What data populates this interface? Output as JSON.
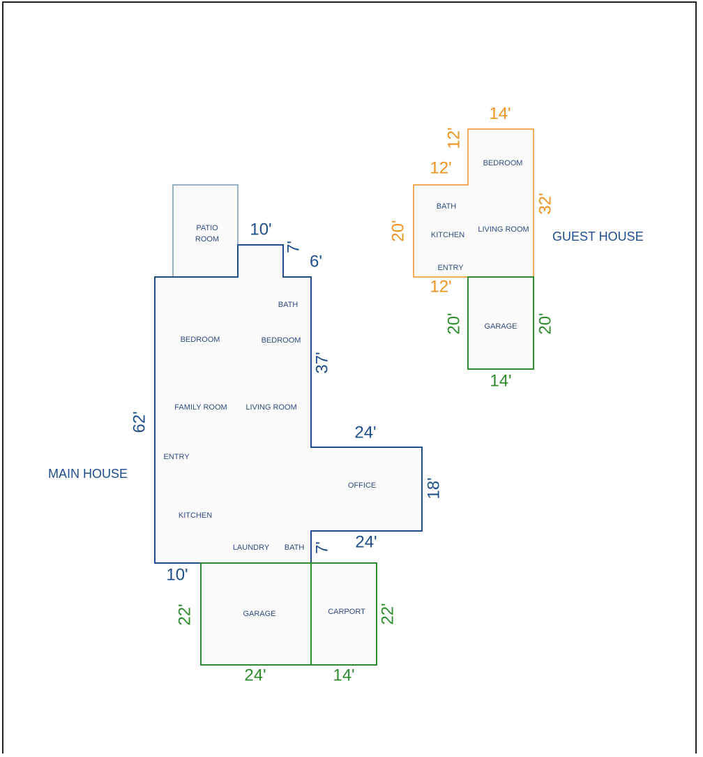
{
  "colors": {
    "main_house": "#1f4e8c",
    "patio": "#7f98b4",
    "guest_house": "#f0921e",
    "garage": "#2e8b2e",
    "fill": "#fbfbfb",
    "frame": "#222222"
  },
  "main_house": {
    "label": "MAIN HOUSE",
    "rooms": {
      "patio_line1": "PATIO",
      "patio_line2": "ROOM",
      "bath_top": "BATH",
      "bedroom_left": "BEDROOM",
      "bedroom_right": "BEDROOM",
      "family_room": "FAMILY ROOM",
      "living_room": "LIVING ROOM",
      "entry": "ENTRY",
      "office": "OFFICE",
      "kitchen": "KITCHEN",
      "laundry": "LAUNDRY",
      "bath_bottom": "BATH"
    },
    "dims": {
      "top": "10'",
      "notch_vertical": "7'",
      "notch_horizontal": "6'",
      "right_upper": "37'",
      "left": "62'",
      "office_top": "24'",
      "office_right": "18'",
      "office_bottom": "24'",
      "step_vertical": "7'",
      "bottom_left": "10'"
    }
  },
  "main_garage": {
    "rooms": {
      "garage": "GARAGE",
      "carport": "CARPORT"
    },
    "dims": {
      "left": "22'",
      "right": "22'",
      "bottom_garage": "24'",
      "bottom_carport": "14'"
    }
  },
  "guest_house": {
    "label": "GUEST HOUSE",
    "rooms": {
      "bedroom": "BEDROOM",
      "bath": "BATH",
      "kitchen": "KITCHEN",
      "living_room": "LIVING ROOM",
      "entry": "ENTRY"
    },
    "dims": {
      "top": "14'",
      "upper_left_vertical": "12'",
      "upper_left_horizontal": "12'",
      "right": "32'",
      "left": "20'",
      "bottom": "12'"
    }
  },
  "guest_garage": {
    "rooms": {
      "garage": "GARAGE"
    },
    "dims": {
      "left": "20'",
      "right": "20'",
      "bottom": "14'"
    }
  }
}
